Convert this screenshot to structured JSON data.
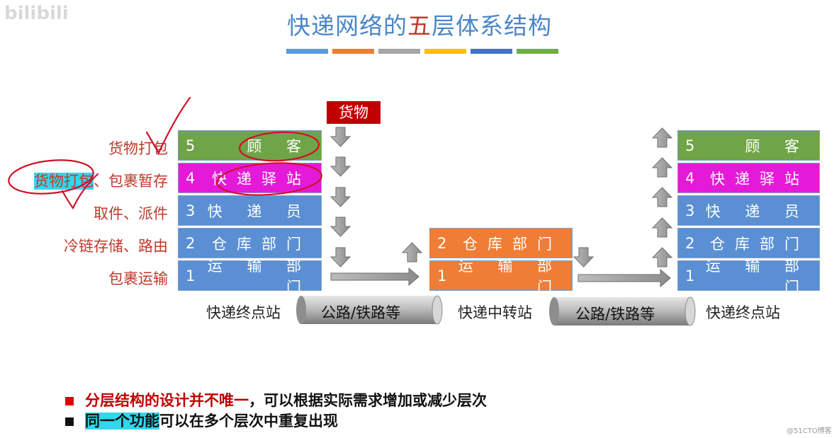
{
  "title": {
    "part1": "快递网络的",
    "accent": "五",
    "part2": "层体系结构"
  },
  "watermark": "bilibili",
  "colorbar": [
    "#5b9bd5",
    "#ed7d31",
    "#a5a5a5",
    "#ffc000",
    "#4472c4",
    "#70ad47"
  ],
  "goods_label": "货物",
  "left_station": {
    "label": "快递终点站",
    "layers": [
      {
        "num": "5",
        "name": "顾 客"
      },
      {
        "num": "4",
        "name": "快递驿站"
      },
      {
        "num": "3",
        "name": "快 递 员"
      },
      {
        "num": "2",
        "name": "仓库部门"
      },
      {
        "num": "1",
        "name": "运 输 部 门"
      }
    ]
  },
  "functions": {
    "f5": "货物打包",
    "f4_hl": "货物打包",
    "f4_rest": "、包裹暂存",
    "f3": "取件、派件",
    "f2": "冷链存储、路由",
    "f1": "包裹运输"
  },
  "mid_station": {
    "label": "快递中转站",
    "layers": [
      {
        "num": "2",
        "name": "仓库部门"
      },
      {
        "num": "1",
        "name": "运 输 部 门"
      }
    ]
  },
  "right_station": {
    "label": "快递终点站",
    "layers": [
      {
        "num": "5",
        "name": "顾 客"
      },
      {
        "num": "4",
        "name": "快递驿站"
      },
      {
        "num": "3",
        "name": "快 递 员"
      },
      {
        "num": "2",
        "name": "仓库部门"
      },
      {
        "num": "1",
        "name": "运 输 部 门"
      }
    ]
  },
  "road_label_1": "公路/铁路等",
  "road_label_2": "公路/铁路等",
  "notes": {
    "n1_hl": "分层结构的设计并不唯一",
    "n1_rest": "，可以根据实际需求增加或减少层次",
    "n2_hl": "同一个功能",
    "n2_rest": "可以在多个层次中重复出现"
  },
  "credit": "@51CTO博客"
}
